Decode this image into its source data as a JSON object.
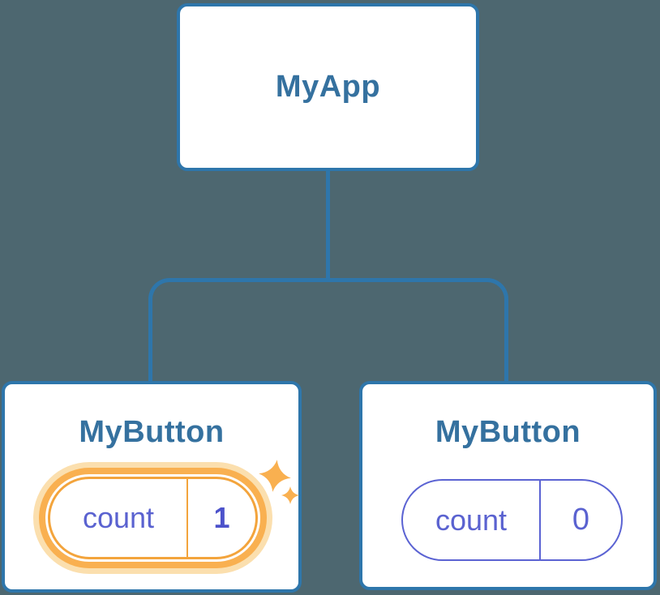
{
  "diagram": {
    "description": "React component tree with state",
    "tree": {
      "root": {
        "title": "MyApp"
      },
      "children": [
        {
          "title": "MyButton",
          "state": {
            "label": "count",
            "value": "1",
            "highlighted": true
          }
        },
        {
          "title": "MyButton",
          "state": {
            "label": "count",
            "value": "0",
            "highlighted": false
          }
        }
      ]
    }
  },
  "icons": {
    "sparkle": "four-point-star"
  },
  "colors": {
    "bg": "#4d6770",
    "line": "#2e76ab",
    "heading": "#35719f",
    "indigo": "#5b63d3",
    "indigoText": "#5a62d0",
    "indigoBold": "#4c52cb",
    "orangeBorder": "#f3a43c",
    "orangeRing": "#f9b050",
    "orangePale": "#fbdfae"
  }
}
